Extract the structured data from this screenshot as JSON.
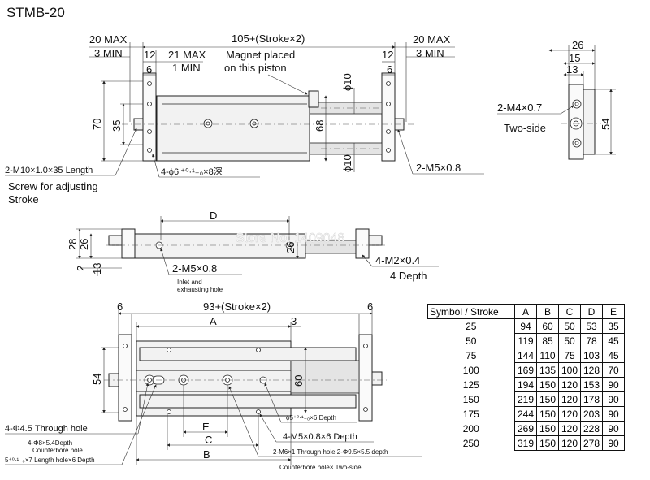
{
  "title": "STMB-20",
  "top_view": {
    "left_max": "20 MAX",
    "left_min": "3 MIN",
    "length": "105+(Stroke×2)",
    "right_max": "20 MAX",
    "right_min": "3 MIN",
    "dim_12": "12",
    "dim_6": "6",
    "adj_max": "21 MAX",
    "adj_min": "1 MIN",
    "magnet_line1": "Magnet placed",
    "magnet_line2": "on this piston",
    "dim_12_right": "12",
    "dim_6_right": "6",
    "height_70": "70",
    "height_35": "35",
    "height_68": "68",
    "phi10_top": "ϕ10",
    "phi10_bottom": "ϕ10",
    "screw_spec": "2-M10×1.0×35 Length",
    "screw_note1": "Screw for adjusting",
    "screw_note2": "Stroke",
    "pin_holes": "4-ϕ6 ⁺⁰·¹₋₀×8深",
    "port_spec": "2-M5×0.8"
  },
  "end_view": {
    "w26": "26",
    "w15": "15",
    "w13": "13",
    "tap": "2-M4×0.7",
    "tap_note": "Two-side",
    "h54": "54"
  },
  "side_view": {
    "dim_d": "D",
    "h28": "28",
    "h26": "26",
    "h26_right": "26",
    "h2": "2",
    "h13": "13",
    "port": "2-M5×0.8",
    "port_note1": "Inlet and",
    "port_note2": "exhausting hole",
    "tap": "4-M2×0.4",
    "tap_depth": "4 Depth",
    "watermark": "Store No: 1409048"
  },
  "bottom_view": {
    "dim_6_left": "6",
    "length": "93+(Stroke×2)",
    "dim_6_right": "6",
    "dim_a": "A",
    "dim_3": "3",
    "h54": "54",
    "h60": "60",
    "through_hole": "4-Φ4.5 Through hole",
    "cbore1": "4-Φ8×5.4Depth",
    "cbore2": "Counterbore hole",
    "slot": "5⁺⁰·¹₋₀×7 Length hole×6 Depth",
    "pin": "ϕ5⁺⁰·¹₋₀×6 Depth",
    "tap": "4-M5×0.8×6 Depth",
    "dim_e": "E",
    "dim_c": "C",
    "dim_b": "B",
    "through2": "2-M6×1 Through hole 2-Φ9.5×5.5 depth",
    "cbore3": "Counterbore hole× Two-side"
  },
  "spec_table": {
    "header": [
      "Symbol / Stroke",
      "A",
      "B",
      "C",
      "D",
      "E"
    ],
    "rows": [
      [
        "25",
        "94",
        "60",
        "50",
        "53",
        "35"
      ],
      [
        "50",
        "119",
        "85",
        "50",
        "78",
        "45"
      ],
      [
        "75",
        "144",
        "110",
        "75",
        "103",
        "45"
      ],
      [
        "100",
        "169",
        "135",
        "100",
        "128",
        "70"
      ],
      [
        "125",
        "194",
        "150",
        "120",
        "153",
        "90"
      ],
      [
        "150",
        "219",
        "150",
        "120",
        "178",
        "90"
      ],
      [
        "175",
        "244",
        "150",
        "120",
        "203",
        "90"
      ],
      [
        "200",
        "269",
        "150",
        "120",
        "228",
        "90"
      ],
      [
        "250",
        "319",
        "150",
        "120",
        "278",
        "90"
      ]
    ]
  }
}
